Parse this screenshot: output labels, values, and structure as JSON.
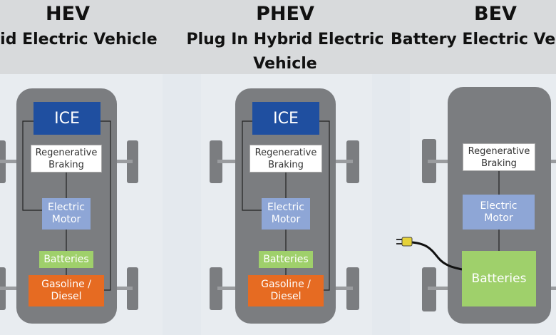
{
  "panels": {
    "hev": {
      "acronym": "HEV",
      "full_name_line1": "rid Electric Vehicle",
      "ice": "ICE",
      "regen_l1": "Regenerative",
      "regen_l2": "Braking",
      "motor_l1": "Electric",
      "motor_l2": "Motor",
      "batteries": "Batteries",
      "fuel_l1": "Gasoline /",
      "fuel_l2": "Diesel"
    },
    "phev": {
      "acronym": "PHEV",
      "full_name_line1": "Plug In Hybrid Electric",
      "full_name_line2": "Vehicle",
      "ice": "ICE",
      "regen_l1": "Regenerative",
      "regen_l2": "Braking",
      "motor_l1": "Electric",
      "motor_l2": "Motor",
      "batteries": "Batteries",
      "fuel_l1": "Gasoline /",
      "fuel_l2": "Diesel"
    },
    "bev": {
      "acronym": "BEV",
      "full_name_line1": "Battery Electric Ve",
      "regen_l1": "Regenerative",
      "regen_l2": "Braking",
      "motor_l1": "Electric",
      "motor_l2": "Motor",
      "batteries": "Batteries"
    }
  },
  "colors": {
    "ice": "#1f4fa0",
    "regen": "#ffffff",
    "motor": "#8ea6d6",
    "batteries": "#9fd06b",
    "fuel": "#e66b22",
    "car_body": "#7b7d80"
  }
}
